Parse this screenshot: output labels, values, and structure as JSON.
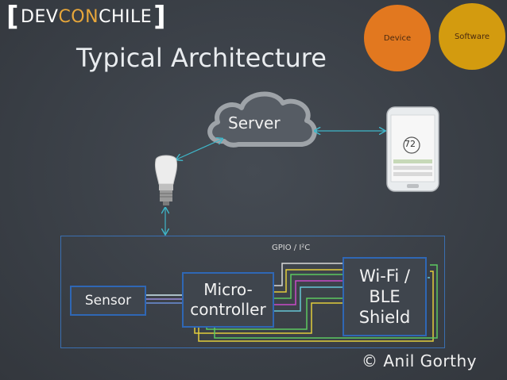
{
  "logo": {
    "bracket_open": "[",
    "part1": "DEV",
    "part2": "CON",
    "part3": "CHILE",
    "bracket_close": "]"
  },
  "slide": {
    "title": "Typical Architecture"
  },
  "badges": {
    "device": "Device",
    "software": "Software"
  },
  "diagram": {
    "server": "Server",
    "gpio_label": "GPIO / I²C",
    "sensor": "Sensor",
    "micro_line1": "Micro-",
    "micro_line2": "controller",
    "wifi_line1": "Wi-Fi /",
    "wifi_line2": "BLE",
    "wifi_line3": "Shield",
    "phone_reading": "72"
  },
  "footer": {
    "copyright": "© Anil Gorthy"
  },
  "colors": {
    "accent_orange": "#e2781f",
    "accent_gold": "#d39b0f",
    "box_border": "#2f67b5",
    "arrow": "#3fb6c9"
  }
}
